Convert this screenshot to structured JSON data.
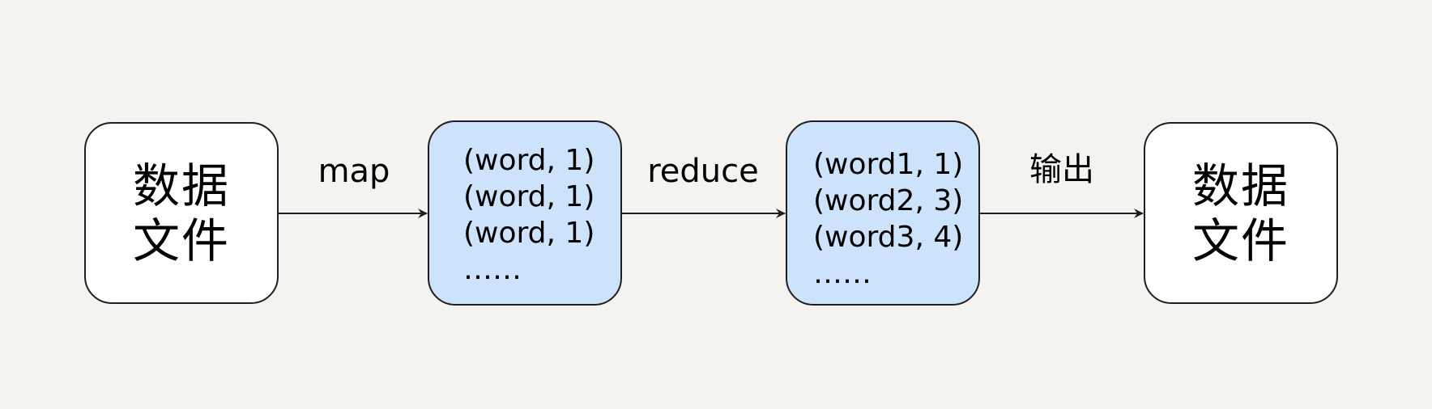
{
  "diagram": {
    "nodes": [
      {
        "id": "input_file",
        "lines": [
          "数据",
          "文件"
        ]
      },
      {
        "id": "map_output",
        "items": [
          "(word, 1)",
          "(word, 1)",
          "(word, 1)",
          "……"
        ]
      },
      {
        "id": "reduce_output",
        "items": [
          "(word1, 1)",
          "(word2, 3)",
          "(word3, 4)",
          "……"
        ]
      },
      {
        "id": "output_file",
        "lines": [
          "数据",
          "文件"
        ]
      }
    ],
    "edges": [
      {
        "from": "input_file",
        "to": "map_output",
        "label": "map"
      },
      {
        "from": "map_output",
        "to": "reduce_output",
        "label": "reduce"
      },
      {
        "from": "reduce_output",
        "to": "output_file",
        "label": "输出"
      }
    ]
  },
  "colors": {
    "background": "#f4f3f0",
    "file_fill": "#ffffff",
    "data_fill": "#cce3fb",
    "stroke": "#1f1f1f"
  }
}
